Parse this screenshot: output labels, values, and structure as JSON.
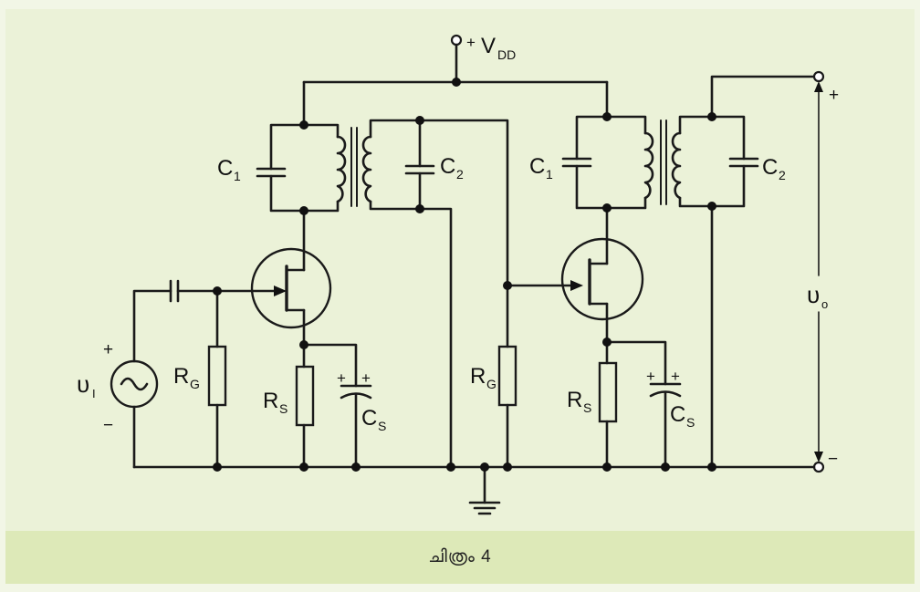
{
  "labels": {
    "vdd_plus": "+",
    "vdd_main": "V",
    "vdd_sub": "DD",
    "c_letter": "C",
    "c1_sub": "1",
    "c2_sub": "2",
    "r_letter": "R",
    "rg_sub": "G",
    "rs_sub": "S",
    "cs_sub": "S",
    "vi_main": "υ",
    "vi_sub": "I",
    "vo_main": "υ",
    "vo_sub": "o",
    "plus": "+",
    "minus": "−"
  },
  "caption": "ചിത്രം   4",
  "colors": {
    "background": "#ebf2d8",
    "caption_bar": "#dde9b8",
    "ink": "#1a1a1a"
  }
}
